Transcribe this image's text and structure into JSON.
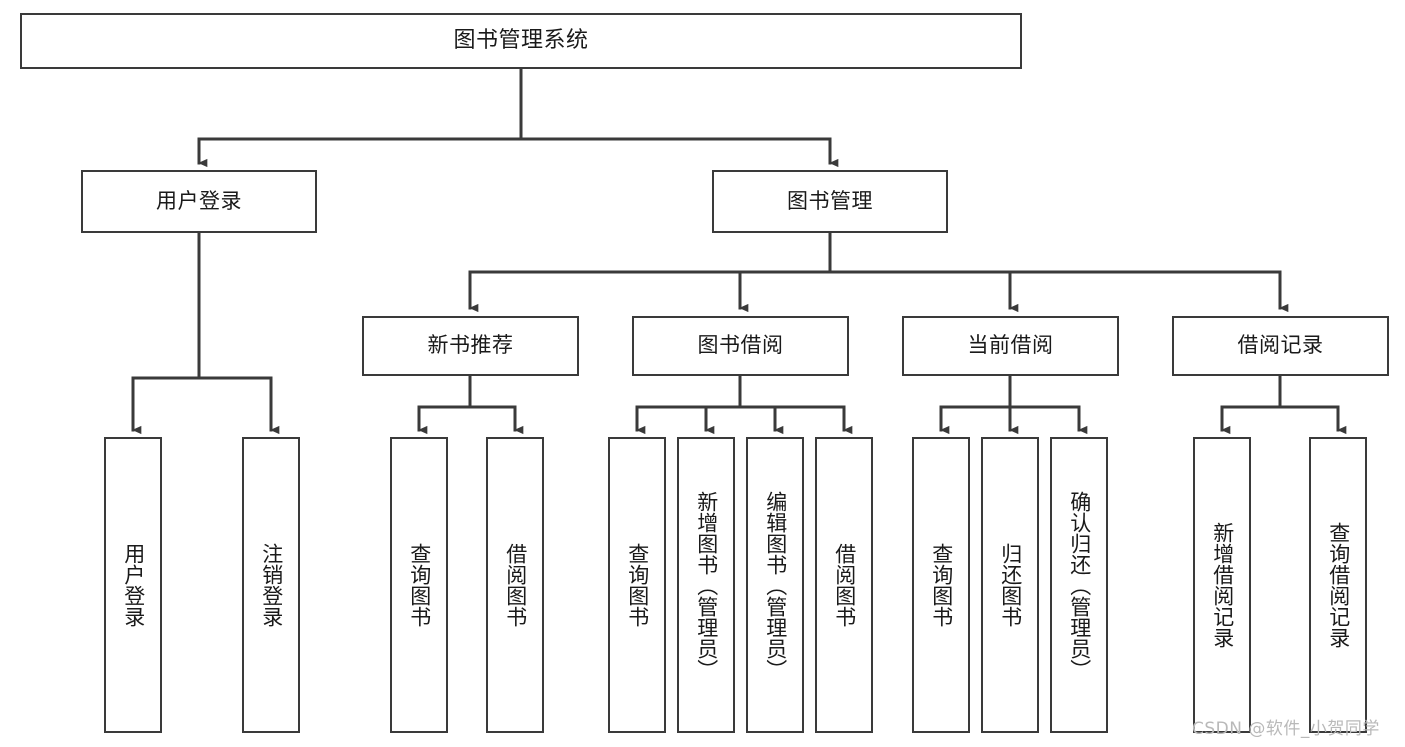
{
  "diagram": {
    "type": "tree",
    "title": "图书管理系统",
    "watermark": "CSDN @软件_小贺同学",
    "colors": {
      "box_border": "#3a3a3a",
      "box_fill": "#ffffff",
      "line": "#3a3a3a",
      "text": "#1a1a1a",
      "watermark": "#b9b9b9",
      "background": "#ffffff"
    },
    "nodes": {
      "root": {
        "label": "图书管理系统"
      },
      "level2": [
        {
          "id": "user-login",
          "label": "用户登录"
        },
        {
          "id": "book-manage",
          "label": "图书管理"
        }
      ],
      "level3": [
        {
          "id": "new-book-recommend",
          "label": "新书推荐"
        },
        {
          "id": "book-borrow",
          "label": "图书借阅"
        },
        {
          "id": "current-borrow",
          "label": "当前借阅"
        },
        {
          "id": "borrow-record",
          "label": "借阅记录"
        }
      ],
      "leaves": {
        "user_login": [
          {
            "id": "leaf-user-login",
            "label": "用户登录"
          },
          {
            "id": "leaf-logout-login",
            "label": "注销登录"
          }
        ],
        "new_book_recommend": [
          {
            "id": "leaf-query-book-1",
            "label": "查询图书"
          },
          {
            "id": "leaf-borrow-book-1",
            "label": "借阅图书"
          }
        ],
        "book_borrow": [
          {
            "id": "leaf-query-book-2",
            "label": "查询图书"
          },
          {
            "id": "leaf-add-book",
            "label": "新增图书（管理员）"
          },
          {
            "id": "leaf-edit-book",
            "label": "编辑图书（管理员）"
          },
          {
            "id": "leaf-borrow-book-2",
            "label": "借阅图书"
          }
        ],
        "current_borrow": [
          {
            "id": "leaf-query-book-3",
            "label": "查询图书"
          },
          {
            "id": "leaf-return-book",
            "label": "归还图书"
          },
          {
            "id": "leaf-confirm-return",
            "label": "确认归还（管理员）"
          }
        ],
        "borrow_record": [
          {
            "id": "leaf-add-record",
            "label": "新增借阅记录"
          },
          {
            "id": "leaf-query-record",
            "label": "查询借阅记录"
          }
        ]
      }
    },
    "edges": [
      {
        "from": "图书管理系统",
        "to": "用户登录"
      },
      {
        "from": "图书管理系统",
        "to": "图书管理"
      },
      {
        "from": "图书管理",
        "to": "新书推荐"
      },
      {
        "from": "图书管理",
        "to": "图书借阅"
      },
      {
        "from": "图书管理",
        "to": "当前借阅"
      },
      {
        "from": "图书管理",
        "to": "借阅记录"
      },
      {
        "from": "用户登录",
        "to": "用户登录"
      },
      {
        "from": "用户登录",
        "to": "注销登录"
      },
      {
        "from": "新书推荐",
        "to": "查询图书"
      },
      {
        "from": "新书推荐",
        "to": "借阅图书"
      },
      {
        "from": "图书借阅",
        "to": "查询图书"
      },
      {
        "from": "图书借阅",
        "to": "新增图书（管理员）"
      },
      {
        "from": "图书借阅",
        "to": "编辑图书（管理员）"
      },
      {
        "from": "图书借阅",
        "to": "借阅图书"
      },
      {
        "from": "当前借阅",
        "to": "查询图书"
      },
      {
        "from": "当前借阅",
        "to": "归还图书"
      },
      {
        "from": "当前借阅",
        "to": "确认归还（管理员）"
      },
      {
        "from": "借阅记录",
        "to": "新增借阅记录"
      },
      {
        "from": "借阅记录",
        "to": "查询借阅记录"
      }
    ]
  }
}
